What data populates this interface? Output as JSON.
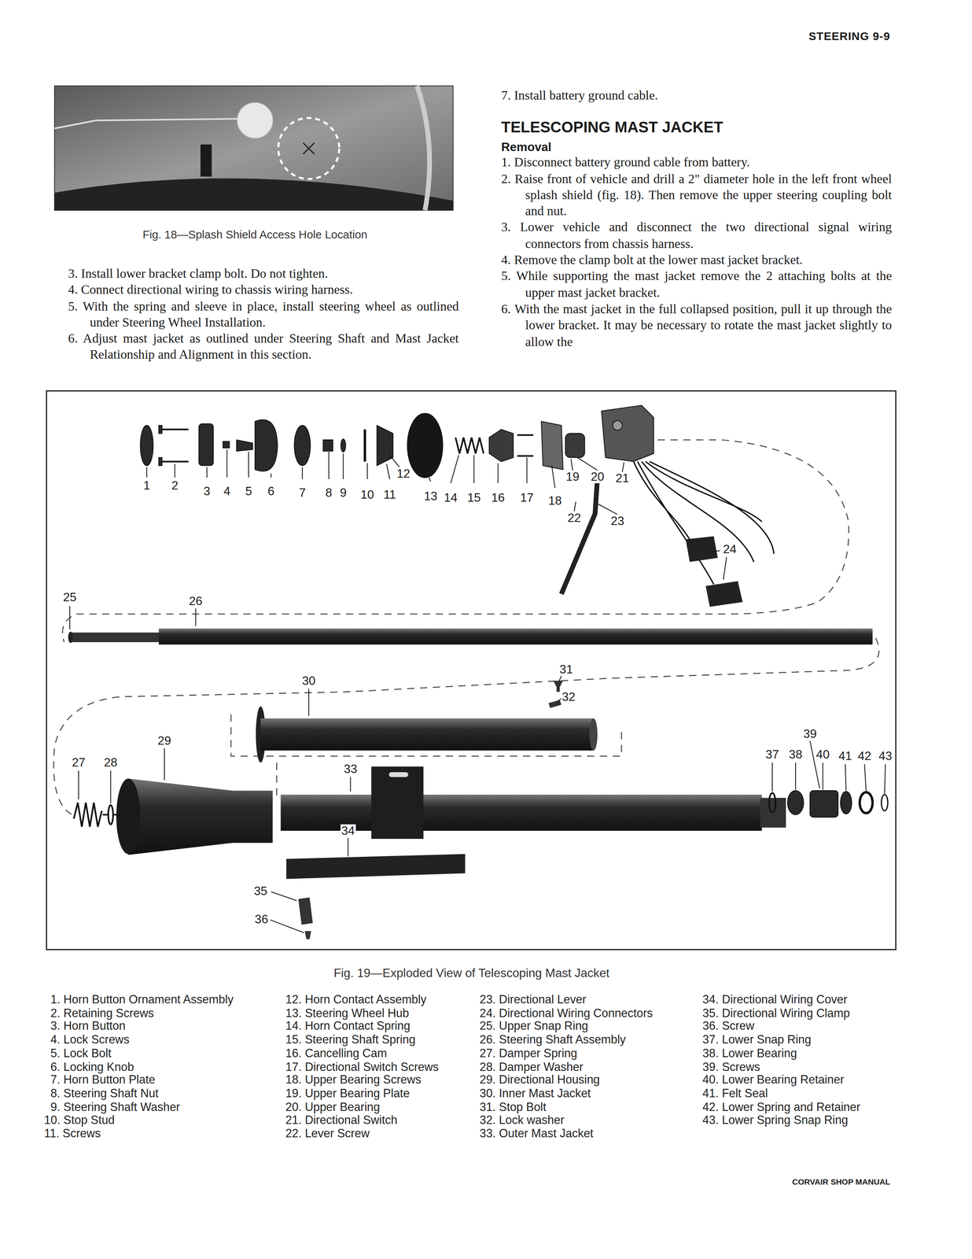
{
  "diagram": {
    "title": "STEERING 9-9",
    "caption": "Fig. 19—Exploded View of Telescoping Mast Jacket",
    "labels": [
      "Fig. 18—Splash Shield Access Hole Location",
      "3. Install lower bracket clamp bolt. Do not tighten.",
      "4. Connect directional wiring to chassis wiring harness.",
      "5. With the spring and sleeve in place, install steering wheel as outlined under Steering Wheel Installation.",
      "6. Adjust mast jacket as outlined under Steering Shaft and Mast Jacket Relationship and Alignment in this section.",
      "7. Install battery ground cable.",
      "TELESCOPING MAST JACKET",
      "Removal",
      "1. Disconnect battery ground cable from battery.",
      "2. Raise front of vehicle and drill a 2\" diameter hole in the left front wheel splash shield (fig. 18). Then remove the upper steering coupling bolt and nut.",
      "3. Lower vehicle and disconnect the two directional signal wiring connectors from chassis harness.",
      "4. Remove the clamp bolt at the lower mast jacket bracket.",
      "5. While supporting the mast jacket remove the 2 attaching bolts at the upper mast jacket bracket.",
      "6. With the mast jacket in the full collapsed position, pull it up through the lower bracket. It may be necessary to rotate the mast jacket slightly to allow the",
      "1",
      "2",
      "3",
      "4",
      "5",
      "6",
      "7",
      "8",
      "9",
      "10",
      "11",
      "12",
      "13",
      "14",
      "15",
      "16",
      "17",
      "18",
      "19",
      "20",
      "21",
      "22",
      "23",
      "24",
      "25",
      "26",
      "27",
      "28",
      "29",
      "30",
      "31",
      "32",
      "33",
      "34",
      "35",
      "36",
      "37",
      "38",
      "39",
      "40",
      "41",
      "42",
      "43",
      "1. Horn Button Ornament Assembly",
      "2. Retaining Screws",
      "3. Horn Button",
      "4. Lock Screws",
      "5. Lock Bolt",
      "6. Locking Knob",
      "7. Horn Button Plate",
      "8. Steering Shaft Nut",
      "9. Steering Shaft Washer",
      "10. Stop Stud",
      "11. Screws",
      "12. Horn Contact Assembly",
      "13. Steering Wheel Hub",
      "14. Horn Contact Spring",
      "15. Steering Shaft Spring",
      "16. Cancelling Cam",
      "17. Directional Switch Screws",
      "18. Upper Bearing Screws",
      "19. Upper Bearing Plate",
      "20. Upper Bearing",
      "21. Directional Switch",
      "22. Lever Screw",
      "23. Directional Lever",
      "24. Directional Wiring Connectors",
      "25. Upper Snap Ring",
      "26. Steering Shaft Assembly",
      "27. Damper Spring",
      "28. Damper Washer",
      "29. Directional Housing",
      "30. Inner Mast Jacket",
      "31. Stop Bolt",
      "32. Lock washer",
      "33. Outer Mast Jacket",
      "34. Directional Wiring Cover",
      "35. Directional Wiring Clamp",
      "36. Screw",
      "37. Lower Snap Ring",
      "38. Lower Bearing",
      "39. Screws",
      "40. Lower Bearing Retainer",
      "41. Felt Seal",
      "42. Lower Spring and Retainer",
      "43. Lower Spring Snap Ring",
      "CORVAIR SHOP MANUAL"
    ]
  }
}
